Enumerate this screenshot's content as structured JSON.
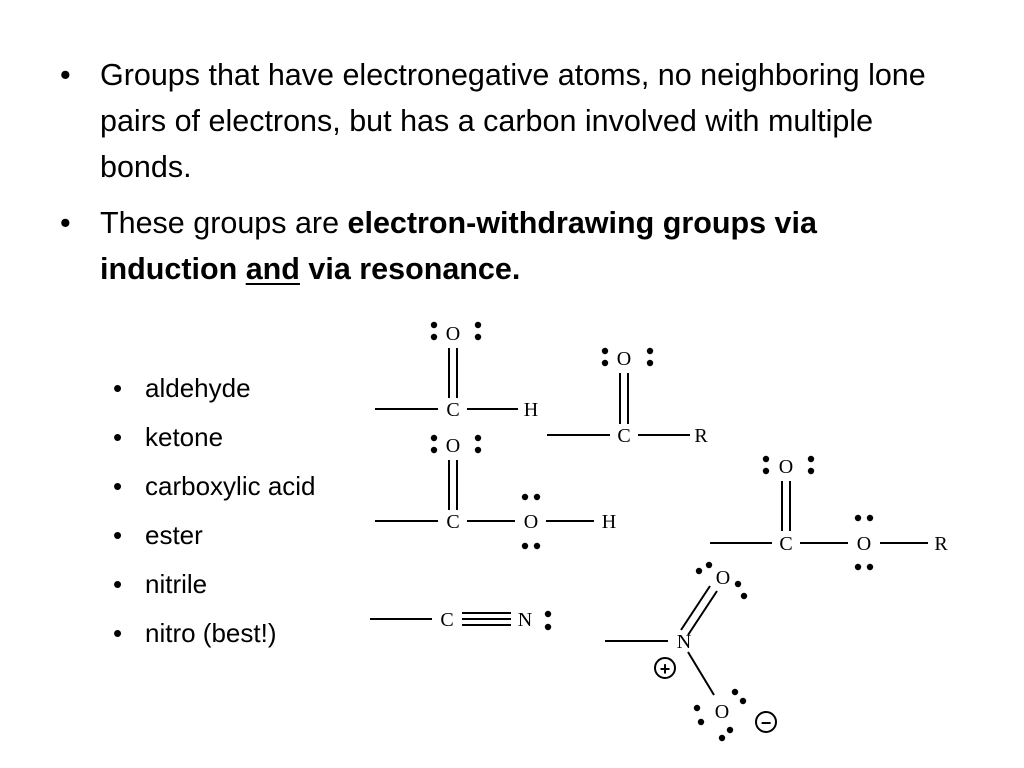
{
  "bullet_glyph": "•",
  "main_bullets": [
    {
      "text": "Groups that have electronegative atoms, no neighboring lone pairs of electrons, but has a carbon involved with multiple bonds."
    },
    {
      "prefix": "These groups are ",
      "bold_1": "electron-withdrawing groups via induction ",
      "bold_underlined": "and",
      "bold_2": " via resonance."
    }
  ],
  "sub_bullets": [
    "aldehyde",
    "ketone",
    "carboxylic acid",
    "ester",
    "nitrile",
    "nitro (best!)"
  ],
  "atoms": {
    "carbon": "C",
    "oxygen": "O",
    "hydrogen": "H",
    "nitrogen": "N",
    "r_group": "R",
    "plus": "+",
    "minus": "−"
  }
}
